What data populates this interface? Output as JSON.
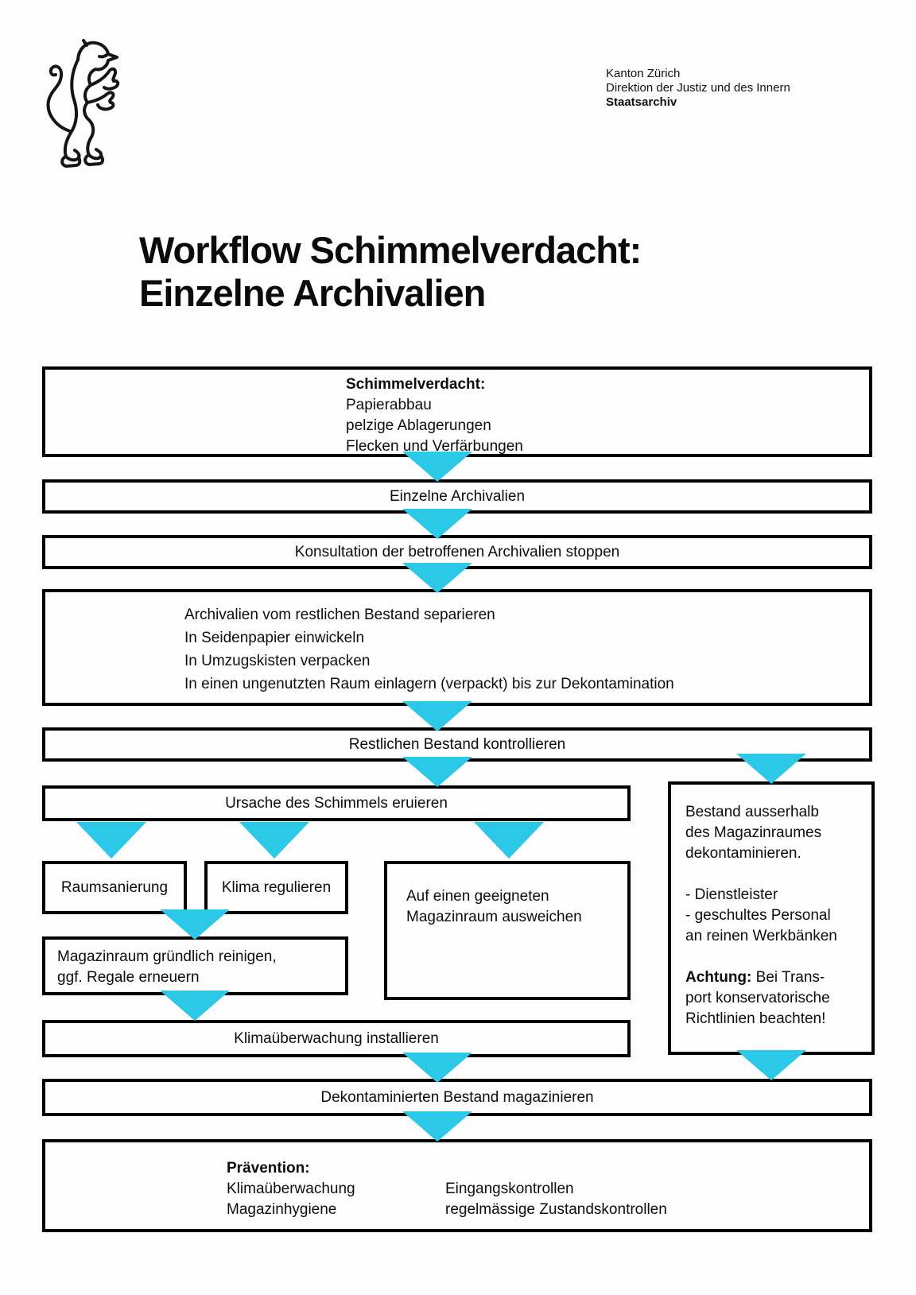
{
  "colors": {
    "arrow": "#2bc8e8",
    "ink": "#111111"
  },
  "letterhead": {
    "line1": "Kanton Zürich",
    "line2": "Direktion der Justiz und des Innern",
    "line3": "Staatsarchiv"
  },
  "title": {
    "line1": "Workflow Schimmelverdacht:",
    "line2": "Einzelne Archivalien"
  },
  "flow": {
    "suspicion": {
      "heading": "Schimmelverdacht:",
      "lines": [
        "Papierabbau",
        "pelzige Ablagerungen",
        "Flecken und Verfärbungen"
      ]
    },
    "single_items": "Einzelne Archivalien",
    "stop_consultation": "Konsultation der betroffenen Archivalien stoppen",
    "separate": [
      "Archivalien vom restlichen Bestand separieren",
      "In Seidenpapier einwickeln",
      "In Umzugskisten verpacken",
      "In einen ungenutzten Raum einlagern (verpackt) bis zur Dekontamination"
    ],
    "check_rest": "Restlichen Bestand kontrollieren",
    "find_cause": "Ursache des Schimmels eruieren",
    "room_renovation": "Raumsanierung",
    "regulate_climate": "Klima regulieren",
    "alternative_room": [
      "Auf einen geeigneten",
      "Magazinraum ausweichen"
    ],
    "clean_room": [
      "Magazinraum gründlich reinigen,",
      "ggf. Regale erneuern"
    ],
    "install_monitoring": "Klimaüberwachung installieren",
    "store_decontaminated": "Dekontaminierten Bestand magazinieren",
    "decontaminate": {
      "para1": [
        "Bestand ausserhalb",
        "des Magazinraumes",
        "dekontaminieren."
      ],
      "para2": [
        "- Dienstleister",
        "- geschultes Personal",
        "an reinen Werkbänken"
      ],
      "warn_bold": "Achtung:",
      "warn_rest": " Bei Trans-",
      "warn_lines": [
        "port konservatorische",
        "Richtlinien beachten!"
      ]
    },
    "prevention": {
      "heading": "Prävention:",
      "rows": [
        [
          "Klimaüberwachung",
          "Eingangskontrollen"
        ],
        [
          "Magazinhygiene",
          "regelmässige Zustandskontrollen"
        ]
      ]
    }
  }
}
